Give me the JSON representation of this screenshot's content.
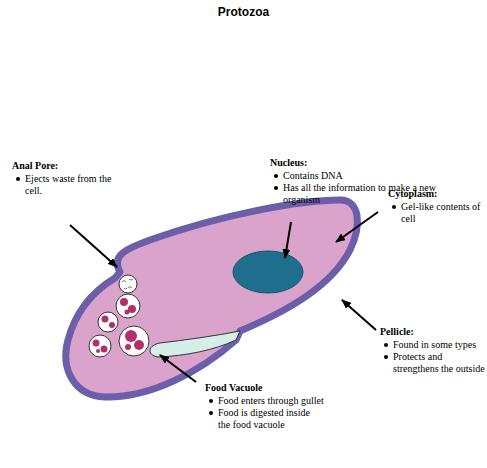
{
  "diagram": {
    "title": "Protozoa",
    "labels": [
      "Nucleus:",
      "Contains DNA",
      "Has all the information to make a new organism",
      "Cytoplasm:",
      "Gel-like contents of cell",
      "Anal Pore:",
      "Ejects waste from the cell.",
      "Pellicle:",
      "Found in some types",
      "Protects and strengthens the outside",
      "Food Vacuole",
      "Food enters through gullet",
      "Food is digested inside the food vacuole"
    ]
  }
}
